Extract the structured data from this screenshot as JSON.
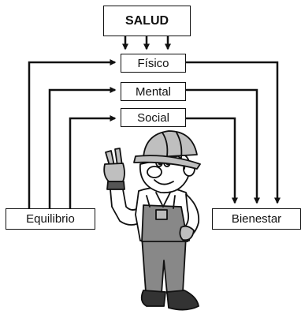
{
  "nodes": {
    "salud": "SALUD",
    "fisico": "Físico",
    "mental": "Mental",
    "social": "Social",
    "equilibrio": "Equilibrio",
    "bienestar": "Bienestar"
  },
  "illustration": {
    "subject": "construction-worker-cartoon"
  },
  "colors": {
    "line": "#111111",
    "background": "#ffffff",
    "fill_gray": "#bfbfbf"
  }
}
